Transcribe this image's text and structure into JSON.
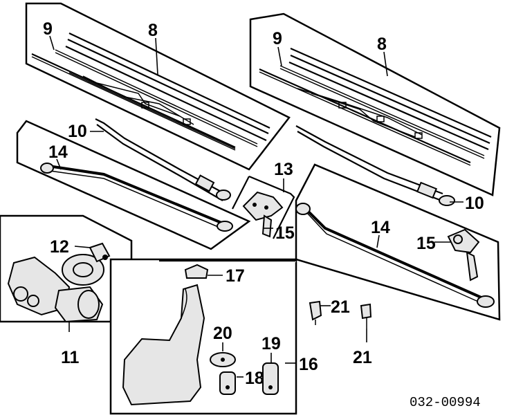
{
  "callouts": {
    "wiper_blade_left": "8",
    "wiper_blade_right": "8",
    "blade_insert_left": "9",
    "blade_insert_right": "9",
    "wiper_arm_left": "10",
    "wiper_arm_right": "10",
    "wiper_motor": "11",
    "motor_cap": "12",
    "pivot_bracket": "13",
    "link_rod_left": "14",
    "link_rod_right": "14",
    "pivot_left": "15",
    "pivot_right": "15",
    "washer_reservoir": "16",
    "reservoir_cap": "17",
    "washer_pump_front": "18",
    "washer_pump_rear": "19",
    "pump_seal": "20",
    "nozzle_left": "21",
    "nozzle_right": "21"
  },
  "diagram_code": "032-00994"
}
